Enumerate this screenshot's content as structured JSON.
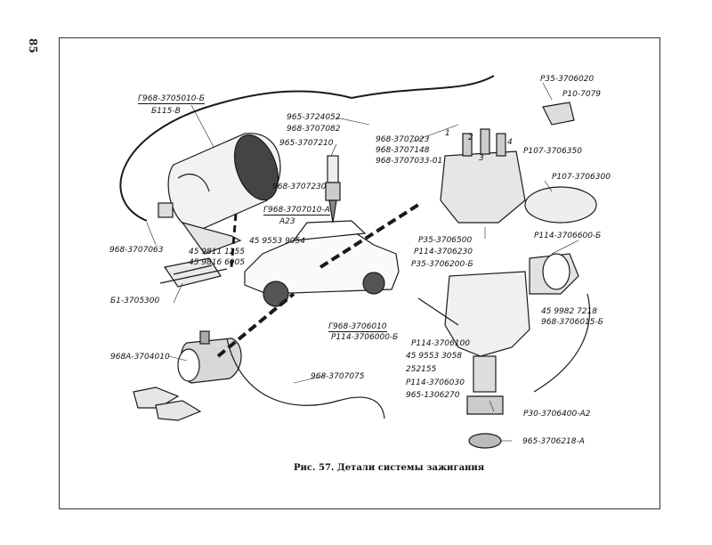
{
  "page_number": "85",
  "caption": "Рис. 57. Детали системы зажигания",
  "labels": {
    "coil_part": "Г968-3705010-Б",
    "coil_model": "Б115-В",
    "cable_a": "965-3724052",
    "cable_b": "968-3707082",
    "cap": "965-3707210",
    "wire_tip": "968-3707230",
    "plug_part": "Г968-3707010-А",
    "plug_model": "А23",
    "bolt_a": "45 9553 9054",
    "screw_a": "45 9811 1255",
    "screw_b": "45 9816 6005",
    "hv_wire": "968-3707063",
    "resistor": "Б1-3705300",
    "switch": "968А-3704010",
    "low_wire": "968-3707075",
    "wires_a": "968-3707023",
    "wires_b": "968-3707148",
    "wires_c": "968-3707033-01",
    "num_1": "1",
    "num_2": "2",
    "num_3": "3",
    "num_4": "4",
    "rotor_arm": "Р35-3706020",
    "contact": "Р10-7079",
    "contact_set": "Р107-3706350",
    "breaker_plate": "Р107-3706300",
    "dist_cap": "Р35-3706500",
    "cam": "Р114-3706230",
    "shaft": "Р35-3706200-Б",
    "vac_unit": "Р114-3706600-Б",
    "dist_part": "Г968-3706010",
    "dist_model": "Р114-3706000-Б",
    "nut": "45 9982 7218",
    "capacitor": "968-3706015-Б",
    "housing": "Р114-3706100",
    "washer_a": "45 9553 3058",
    "washer_b": "252155",
    "pin": "Р114-3706030",
    "spring": "965-1306270",
    "octane": "Р30-3706400-А2",
    "seal": "965-3706218-А"
  }
}
